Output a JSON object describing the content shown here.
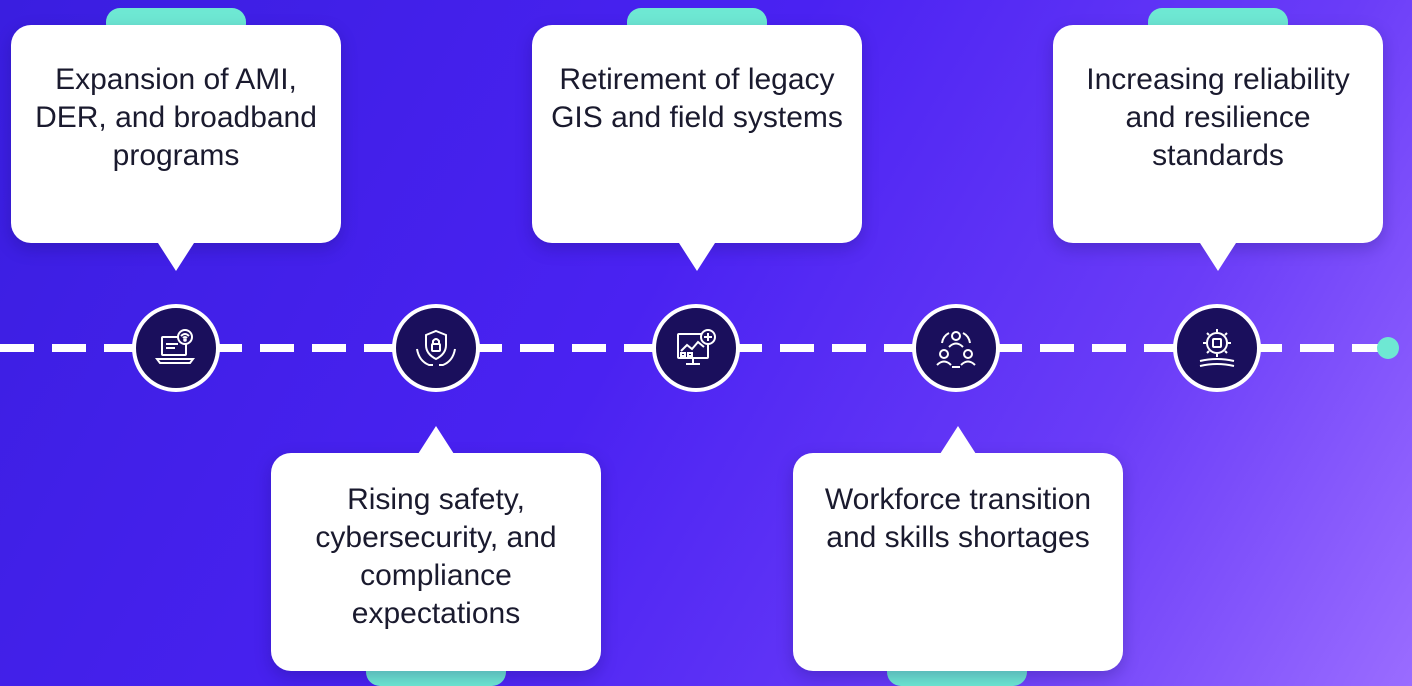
{
  "timeline": {
    "items": [
      {
        "label": "Expansion of AMI, DER, and broadband programs",
        "position": "top",
        "icon": "laptop-wifi-icon"
      },
      {
        "label": "Rising safety, cybersecurity, and compliance expectations",
        "position": "bottom",
        "icon": "shield-hands-icon"
      },
      {
        "label": "Retirement of legacy GIS and field systems",
        "position": "top",
        "icon": "monitor-map-icon"
      },
      {
        "label": "Workforce transition and skills shortages",
        "position": "bottom",
        "icon": "team-cycle-icon"
      },
      {
        "label": "Increasing reliability and resilience standards",
        "position": "top",
        "icon": "gear-fist-icon"
      }
    ]
  },
  "colors": {
    "accent": "#6ee8d3",
    "node_fill": "#1a0f5c",
    "card": "#ffffff",
    "background_start": "#3a1ee0",
    "background_end": "#9a6cff"
  }
}
